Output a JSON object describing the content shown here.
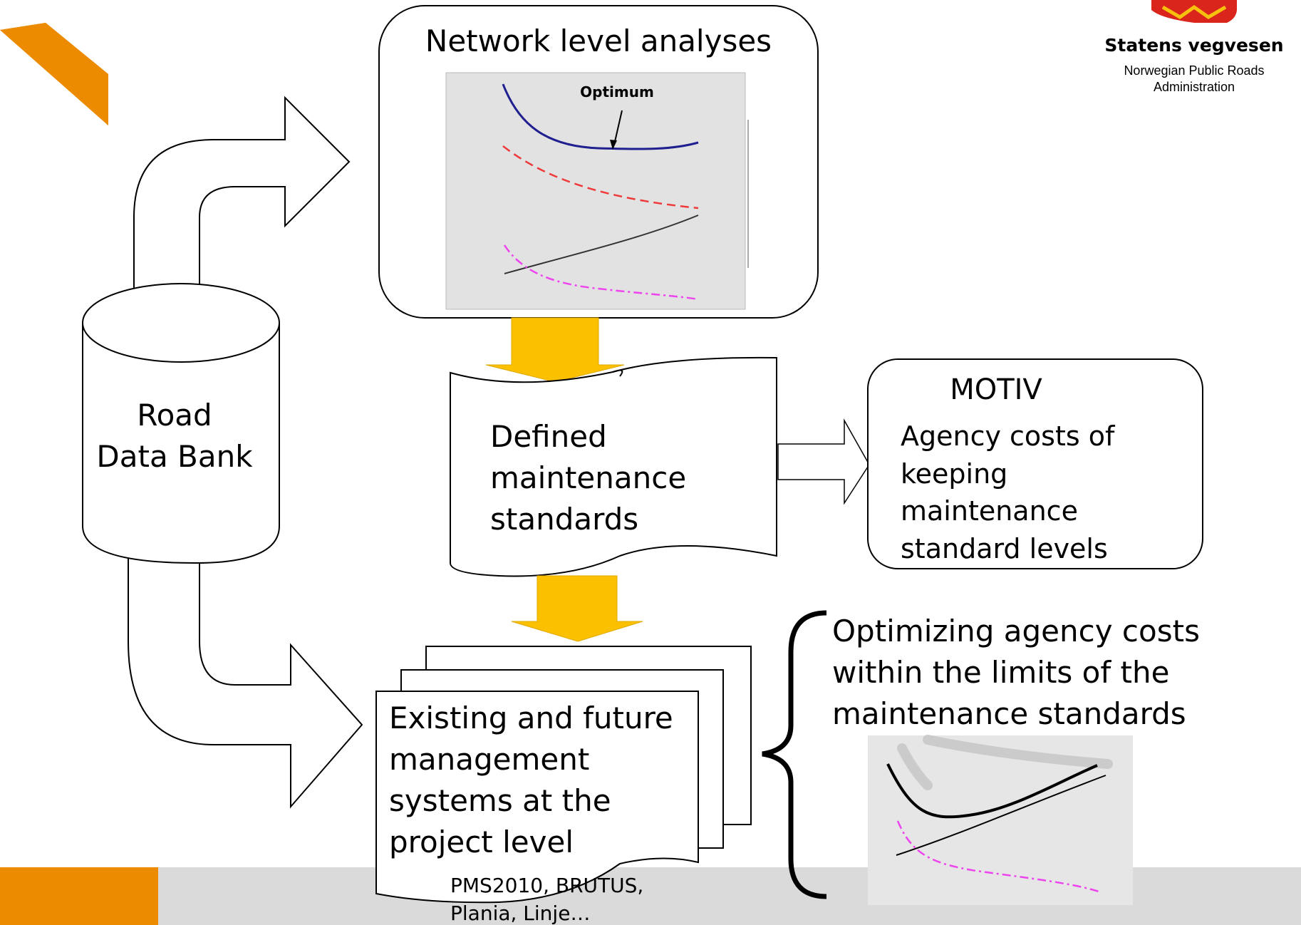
{
  "logo": {
    "name": "Statens vegvesen",
    "subtitle_line1": "Norwegian Public Roads",
    "subtitle_line2": "Administration",
    "colors": {
      "red": "#d9251c",
      "yellow": "#f7c20d"
    }
  },
  "network": {
    "title": "Network level analyses",
    "annotation": "Optimum"
  },
  "road_data_bank": {
    "line1": "Road",
    "line2": "Data Bank"
  },
  "standards": {
    "line1": "Defined",
    "line2": "maintenance",
    "line3": "standards"
  },
  "motiv": {
    "title": "MOTIV",
    "line1": "Agency costs of",
    "line2": "keeping",
    "line3": "maintenance",
    "line4": "standard levels"
  },
  "project_systems": {
    "line1": "Existing and future",
    "line2": "management",
    "line3": "systems at the",
    "line4": "project level"
  },
  "optimizing": {
    "line1": "Optimizing agency costs",
    "line2": "within the limits of the",
    "line3": "maintenance standards"
  },
  "tools": {
    "line1": "PMS2010, BRUTUS,",
    "line2": "Plania, Linje…"
  },
  "colors": {
    "accent_orange": "#ec8b00",
    "arrow_yellow": "#fbc000",
    "footer_gray": "#dadada",
    "chart_bg": "#e2e2e2",
    "curve_blue": "#1f1f8f",
    "curve_red": "#ee3a3a",
    "curve_magenta": "#ee44ee"
  }
}
